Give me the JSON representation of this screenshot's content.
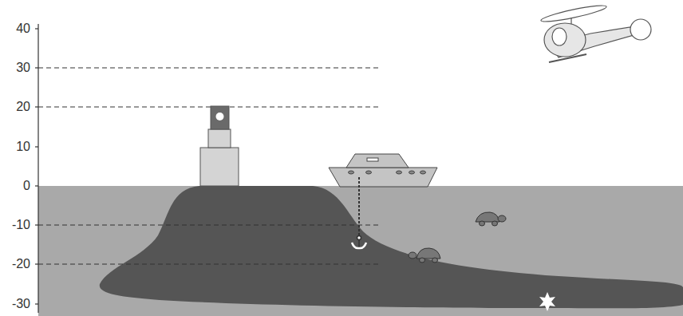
{
  "diagram": {
    "labels": [
      "40",
      "30",
      "20",
      "10",
      "0",
      "-10",
      "-20",
      "-30"
    ]
  }
}
